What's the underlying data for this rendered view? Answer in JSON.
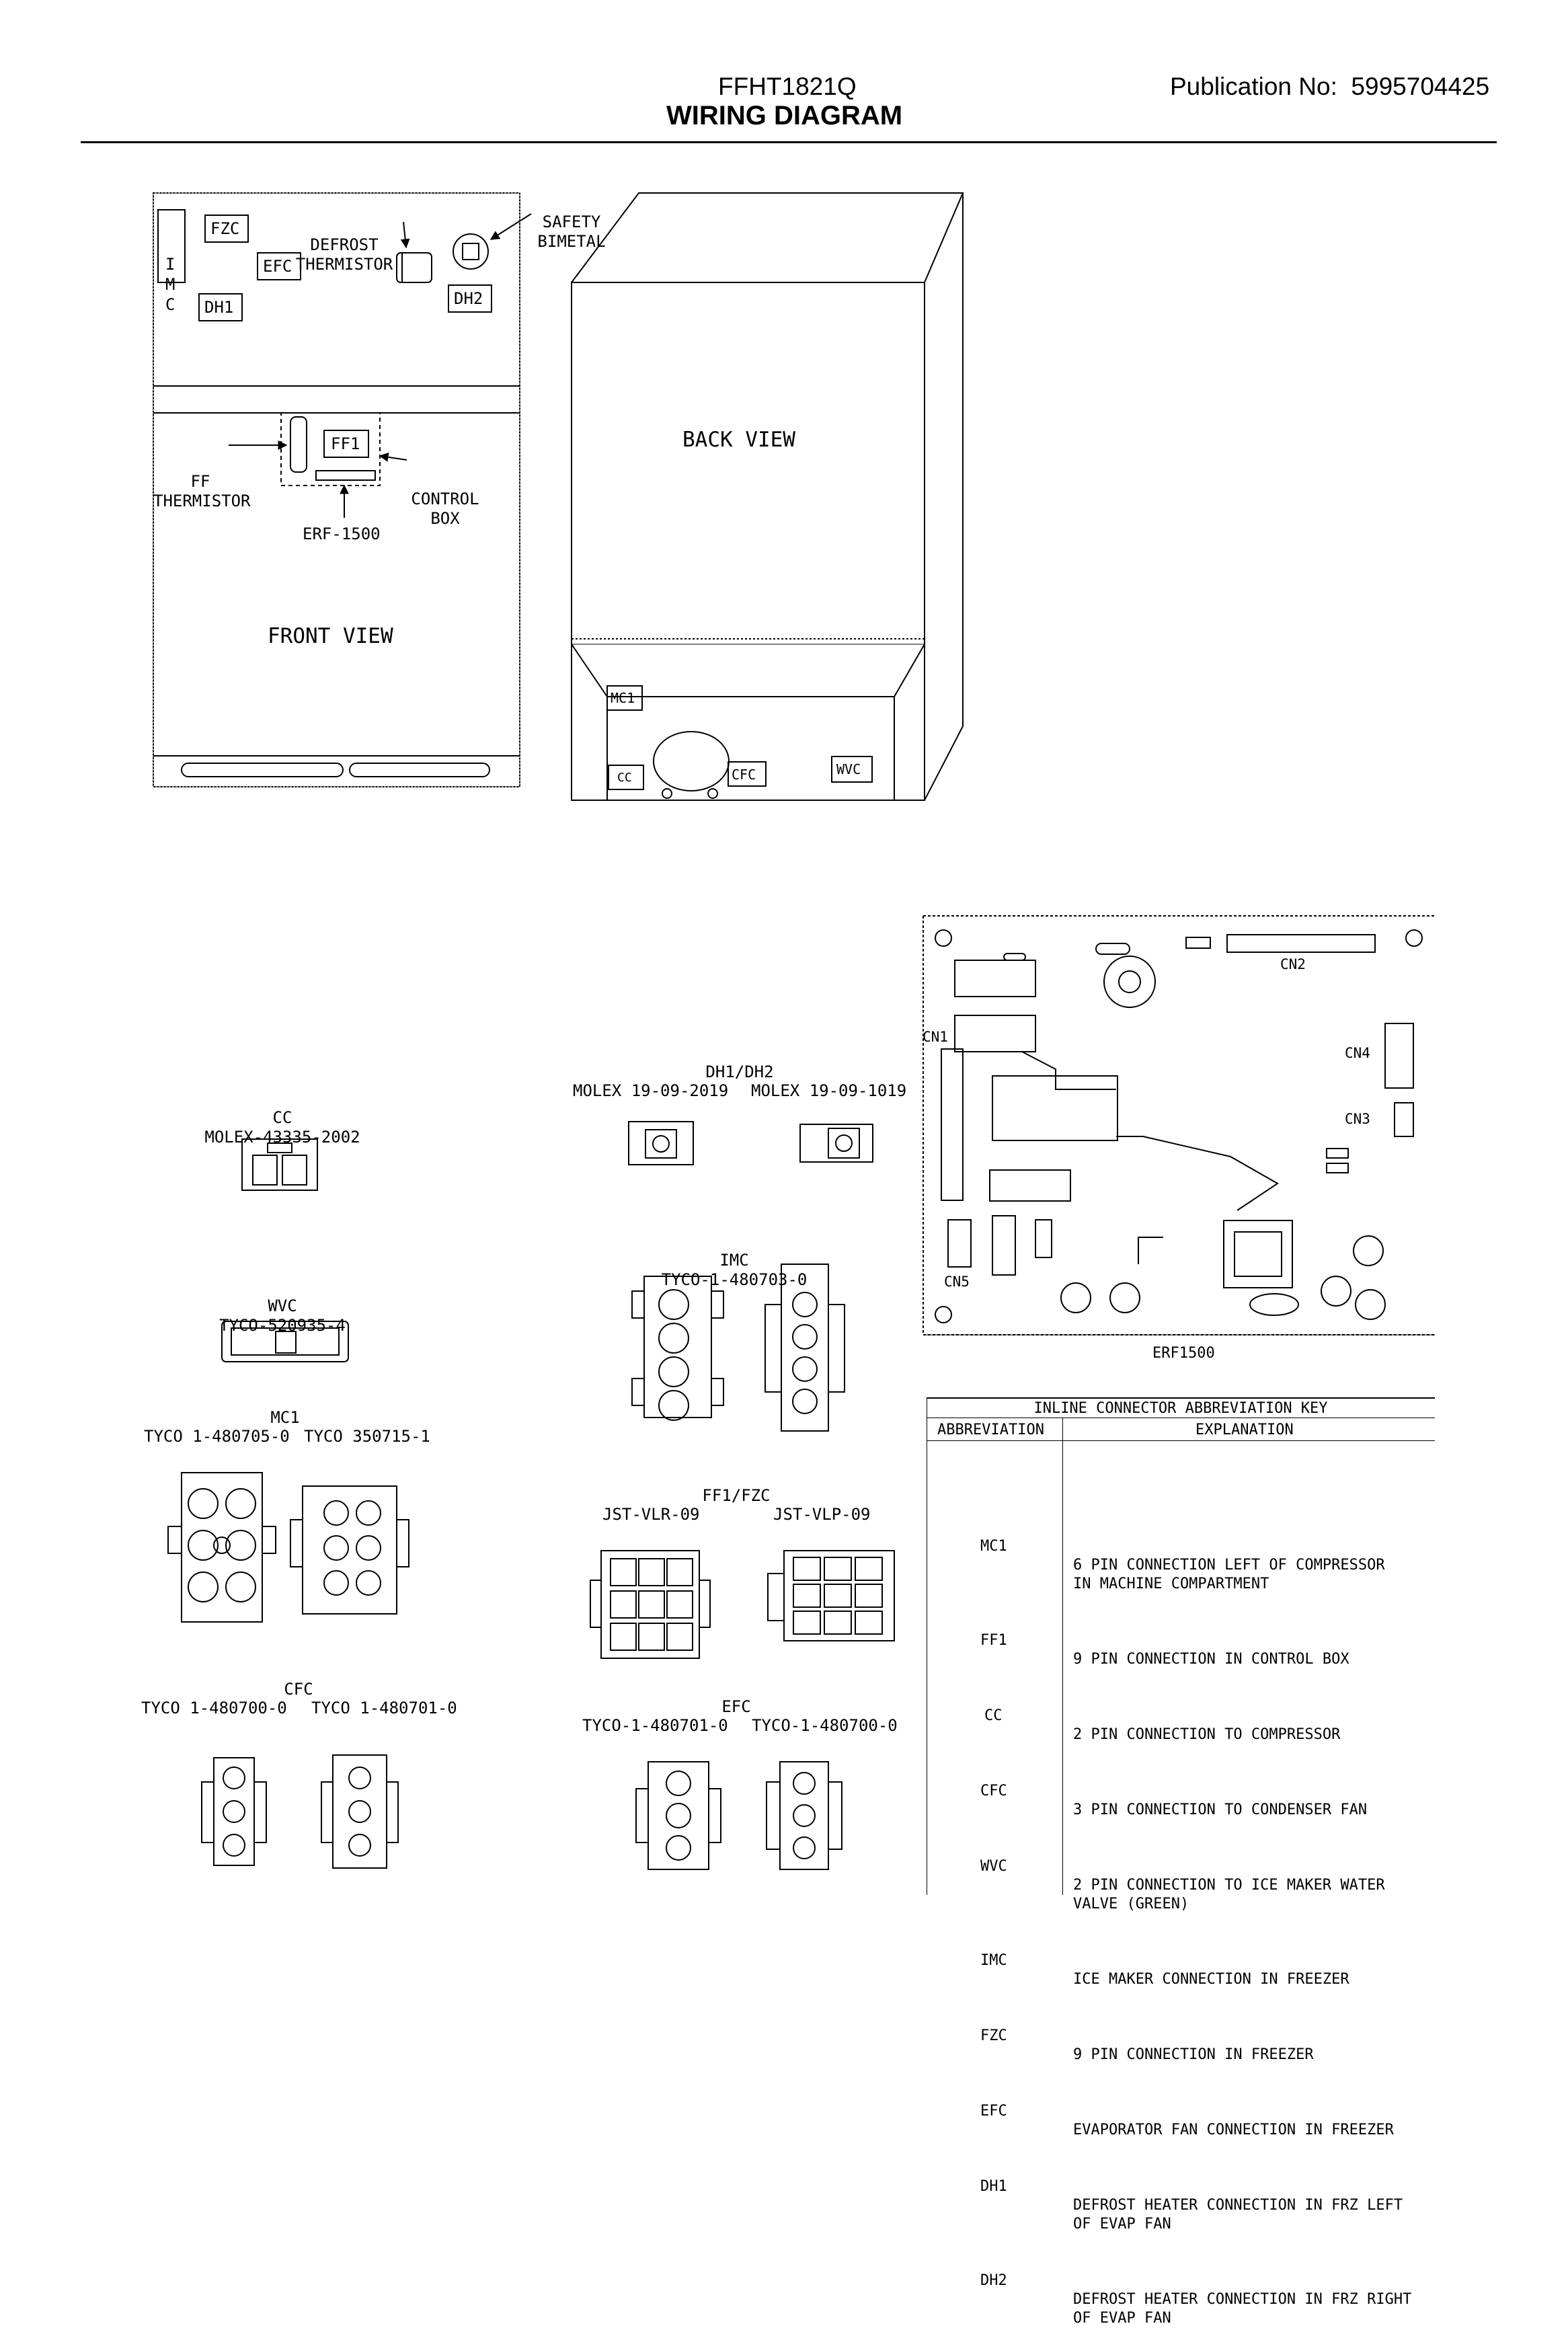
{
  "header": {
    "model": "FFHT1821Q",
    "title": "WIRING DIAGRAM",
    "publication": "Publication No:  5995704425"
  },
  "front_view": {
    "title": "FRONT VIEW",
    "boxes": [
      "IMC",
      "FZC",
      "EFC",
      "DH1",
      "DH2",
      "FF1"
    ],
    "imc_letters": [
      "I",
      "M",
      "C"
    ],
    "defrost_thermistor": [
      "DEFROST",
      "THERMISTOR"
    ],
    "safety_bimetal": [
      "SAFETY",
      "BIMETAL"
    ],
    "ff_thermistor": [
      "FF",
      "THERMISTOR"
    ],
    "control_box": [
      "CONTROL",
      "BOX"
    ],
    "erf": "ERF-1500"
  },
  "back_view": {
    "title": "BACK VIEW",
    "boxes": [
      "MC1",
      "CC",
      "CFC",
      "WVC"
    ]
  },
  "board": {
    "name": "ERF1500",
    "connectors": [
      "CN1",
      "CN2",
      "CN3",
      "CN4",
      "CN5"
    ]
  },
  "connectors": {
    "cc": {
      "name": "CC",
      "part": "MOLEX-43335-2002"
    },
    "wvc": {
      "name": "WVC",
      "part": "TYCO-520935-4"
    },
    "mc1": {
      "name": "MC1",
      "part_a": "TYCO 1-480705-0",
      "part_b": "TYCO 350715-1"
    },
    "cfc": {
      "name": "CFC",
      "part_a": "TYCO 1-480700-0",
      "part_b": "TYCO 1-480701-0"
    },
    "dh": {
      "name": "DH1/DH2",
      "part_a": "MOLEX 19-09-2019",
      "part_b": "MOLEX 19-09-1019"
    },
    "imc": {
      "name": "IMC",
      "part": "TYCO-1-480703-0"
    },
    "ff1": {
      "name": "FF1/FZC",
      "part_a": "JST-VLR-09",
      "part_b": "JST-VLP-09"
    },
    "efc": {
      "name": "EFC",
      "part_a": "TYCO-1-480701-0",
      "part_b": "TYCO-1-480700-0"
    }
  },
  "key": {
    "title": "INLINE CONNECTOR ABBREVIATION KEY",
    "col_abbr": "ABBREVIATION",
    "col_expl": "EXPLANATION",
    "rows": [
      {
        "abbr": "MC1",
        "expl": "6 PIN CONNECTION LEFT OF COMPRESSOR\nIN MACHINE COMPARTMENT"
      },
      {
        "abbr": "FF1",
        "expl": "9 PIN CONNECTION IN CONTROL BOX"
      },
      {
        "abbr": "CC",
        "expl": "2 PIN CONNECTION TO COMPRESSOR"
      },
      {
        "abbr": "CFC",
        "expl": "3 PIN CONNECTION TO CONDENSER FAN"
      },
      {
        "abbr": "WVC",
        "expl": "2 PIN CONNECTION TO ICE MAKER WATER\nVALVE (GREEN)"
      },
      {
        "abbr": "IMC",
        "expl": "ICE MAKER CONNECTION IN FREEZER"
      },
      {
        "abbr": "FZC",
        "expl": "9 PIN CONNECTION IN FREEZER"
      },
      {
        "abbr": "EFC",
        "expl": "EVAPORATOR FAN CONNECTION IN FREEZER"
      },
      {
        "abbr": "DH1",
        "expl": "DEFROST HEATER CONNECTION IN FRZ LEFT\nOF EVAP FAN"
      },
      {
        "abbr": "DH2",
        "expl": "DEFROST HEATER CONNECTION IN FRZ RIGHT\nOF EVAP FAN"
      }
    ]
  }
}
